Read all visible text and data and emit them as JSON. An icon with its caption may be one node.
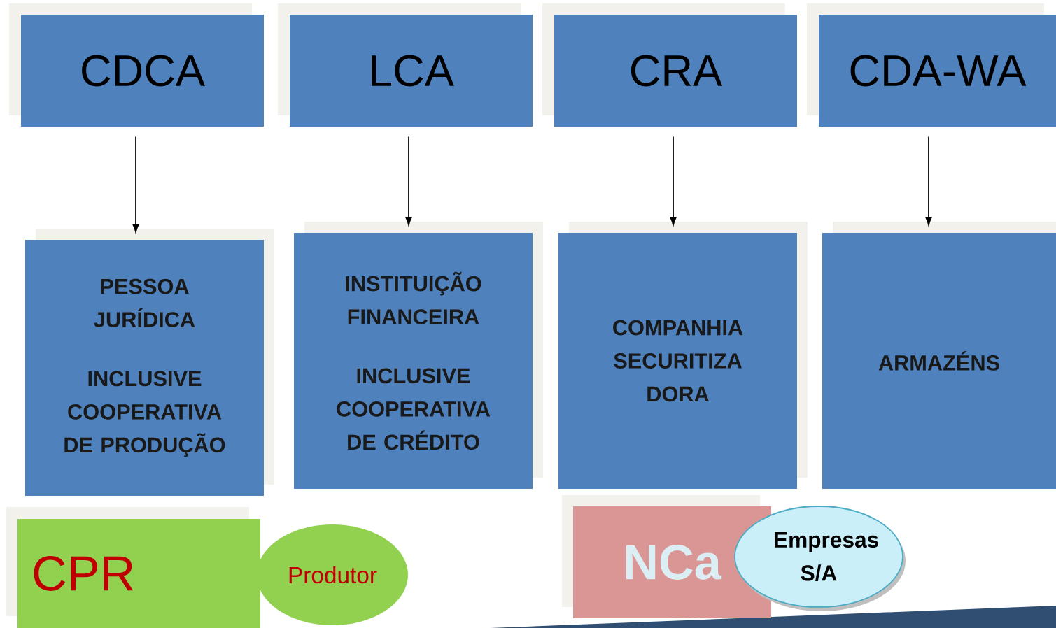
{
  "diagram": {
    "nodes": [
      {
        "text": [
          "CDCA"
        ]
      },
      {
        "text": [
          "LCA"
        ]
      },
      {
        "text": [
          "CRA"
        ]
      },
      {
        "text": [
          "CDA-WA"
        ]
      },
      {
        "text": [
          "PESSOA JURÍDICA",
          "INCLUSIVE COOPERATIVA DE PRODUÇÃO"
        ]
      },
      {
        "text": [
          "INSTITUIÇÃO FINANCEIRA",
          "INCLUSIVE COOPERATIVA DE CRÉDITO"
        ]
      },
      {
        "text": [
          "COMPANHIA SECURITIZA DORA"
        ]
      },
      {
        "text": [
          "ARMAZÉNS"
        ]
      },
      {
        "text": [
          "CPR"
        ]
      },
      {
        "text": [
          "Produtor"
        ]
      },
      {
        "text": [
          "NCa"
        ]
      },
      {
        "text": [
          "Empresas S/A"
        ]
      }
    ],
    "edges": [
      {
        "from": 0,
        "to": 4,
        "arrow": "to"
      },
      {
        "from": 1,
        "to": 5,
        "arrow": "to"
      },
      {
        "from": 2,
        "to": 6,
        "arrow": "to"
      },
      {
        "from": 3,
        "to": 7,
        "arrow": "to"
      }
    ]
  }
}
